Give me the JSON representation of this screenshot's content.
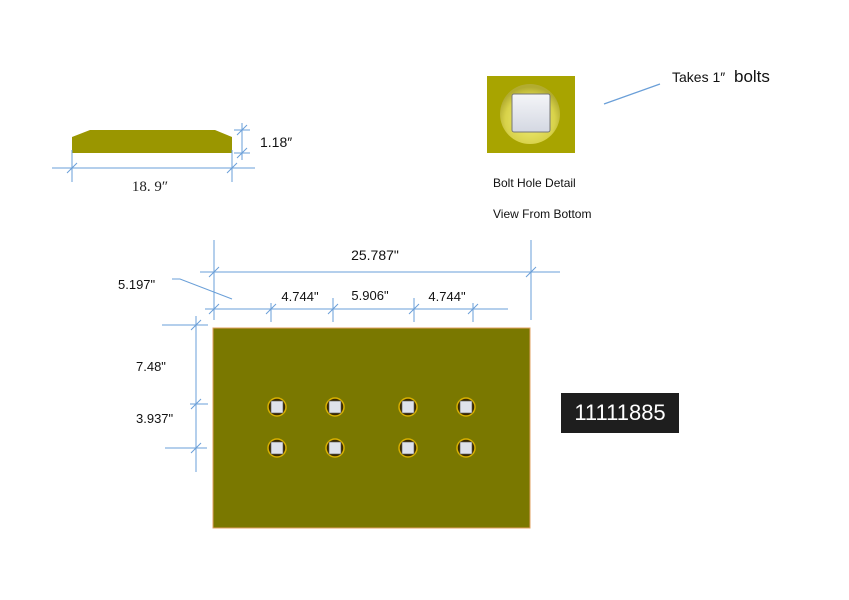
{
  "side_view": {
    "length_label": "18. 9″",
    "thickness_label": "1.18″"
  },
  "bolt_detail": {
    "note_prefix": "Takes 1″",
    "note_suffix": "bolts",
    "caption_1": "Bolt Hole Detail",
    "caption_2": "View From Bottom"
  },
  "plan_view": {
    "overall_width": "25.787\"",
    "left_offset": "5.197\"",
    "spacing_1": "4.744\"",
    "spacing_2": "5.906\"",
    "spacing_3": "4.744\"",
    "top_offset": "7.48\"",
    "row_spacing": "3.937\"",
    "hole_columns": 4,
    "hole_rows": 2
  },
  "part_number": "11111885",
  "colors": {
    "plate": "#7a7800",
    "plate_light": "#a6a600",
    "dimension": "#6a9fd8",
    "label_bg": "#1e1e1e"
  }
}
